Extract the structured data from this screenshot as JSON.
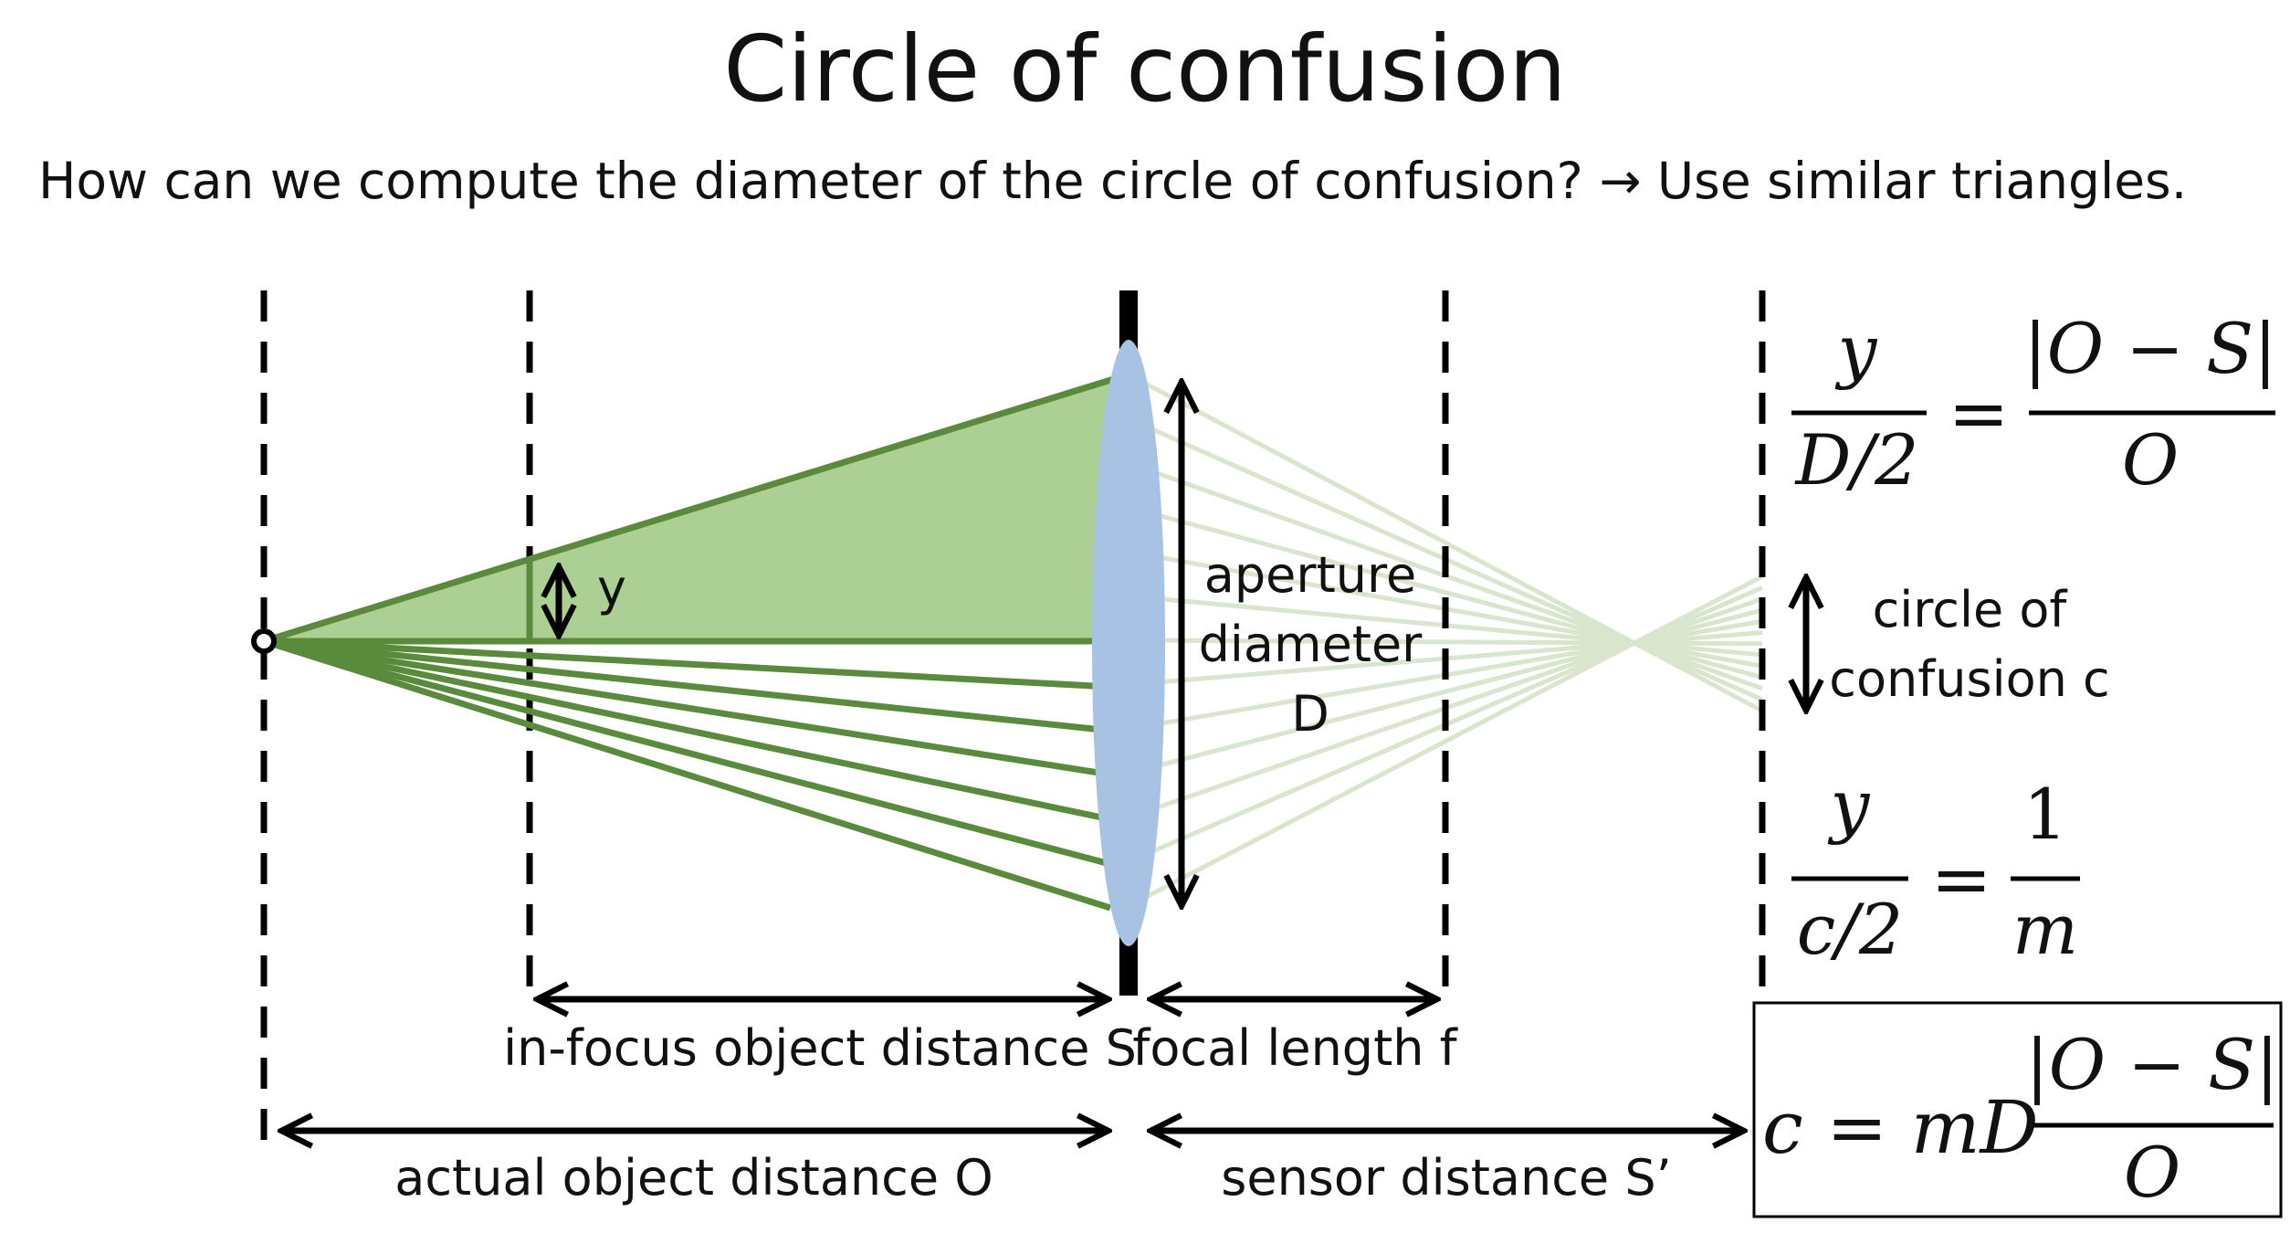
{
  "slide": {
    "title": "Circle of confusion",
    "question": "How can we compute the diameter of the circle of confusion?",
    "answer": "Use similar triangles."
  },
  "labels": {
    "y": "y",
    "aperture": [
      "aperture",
      "diameter",
      "D"
    ],
    "coc": [
      "circle of",
      "confusion c"
    ],
    "in_focus": "in-focus object distance S",
    "focal": "focal length f",
    "actual": "actual object distance O",
    "sensor": "sensor distance S’"
  },
  "equations": {
    "eq1": {
      "lhs_num": "y",
      "lhs_den": "D/2",
      "eq": "=",
      "rhs_num": "|O − S|",
      "rhs_den": "O"
    },
    "eq2": {
      "lhs_num": "y",
      "lhs_den": "c/2",
      "eq": "=",
      "rhs_num": "1",
      "rhs_den": "m"
    },
    "eq3": {
      "lhs": "c = mD",
      "rhs_num": "|O − S|",
      "rhs_den": "O"
    }
  },
  "colors": {
    "ray_dark": "#5a8a3c",
    "triangle_fill": "#acd094",
    "ray_faint": "#d9e5cc",
    "lens": "#a7c2e3",
    "line": "#000000"
  }
}
